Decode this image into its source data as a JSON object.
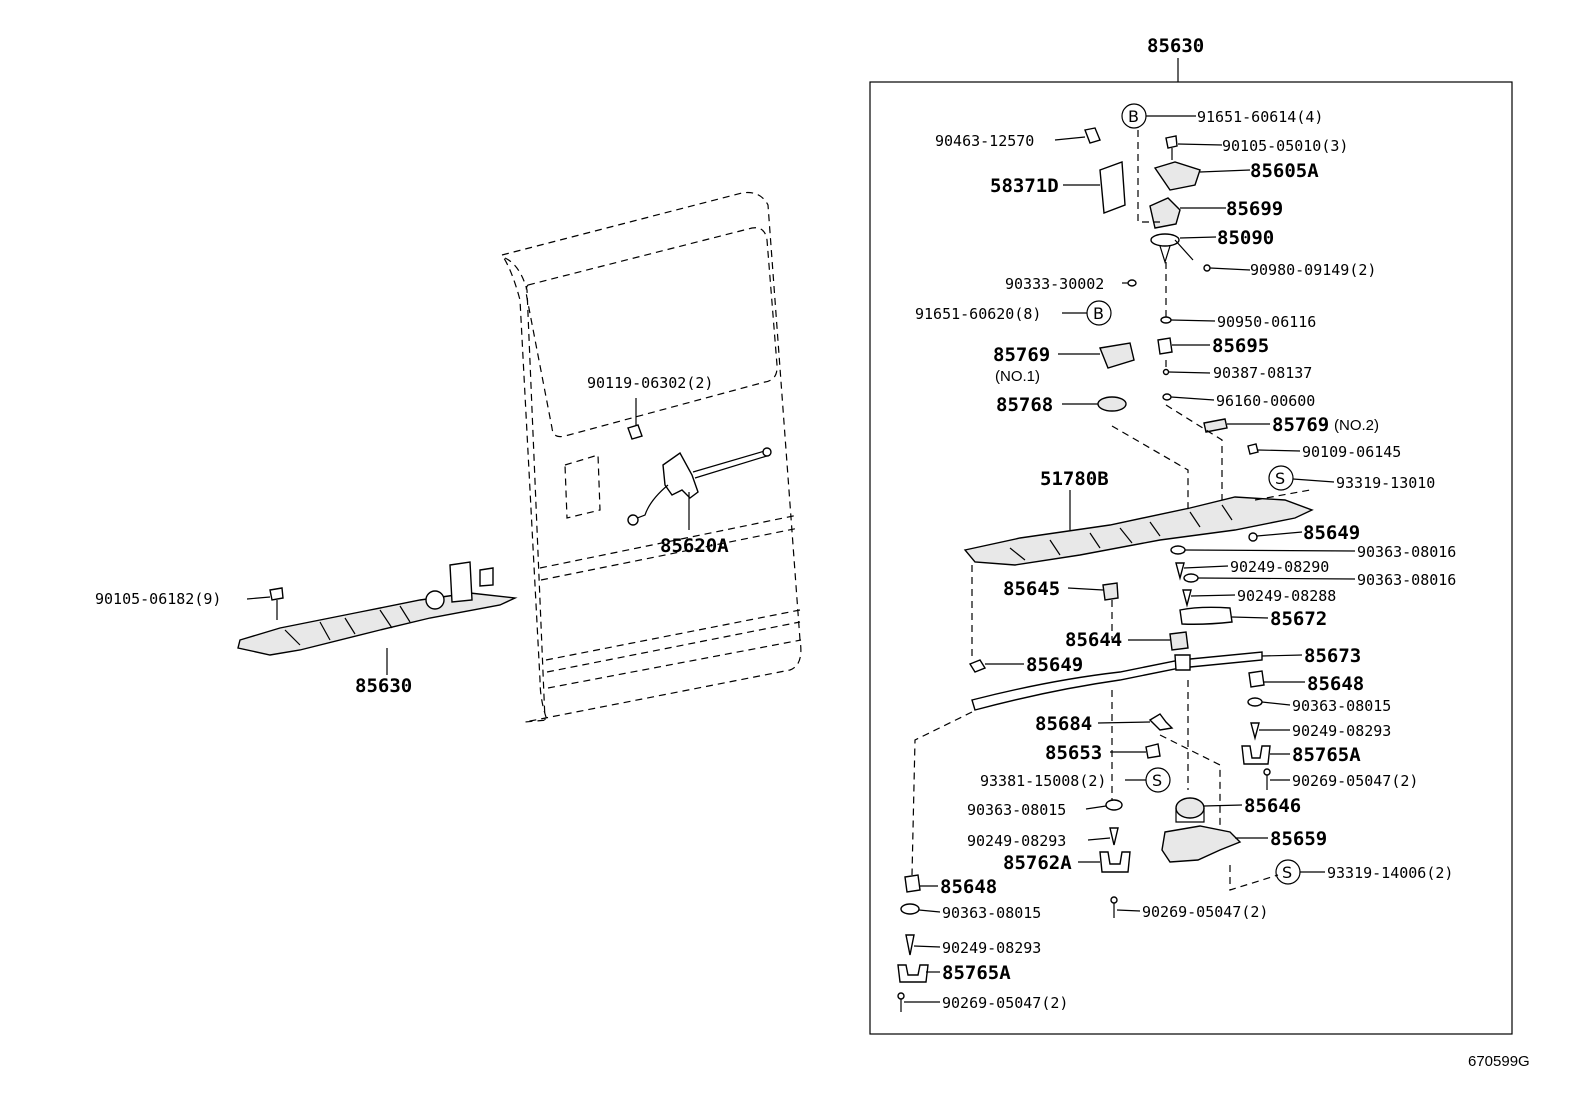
{
  "diagram": {
    "ref_code": "670599G",
    "top_label": "85630",
    "left_assembly": {
      "bolt": "90105-06182(9)",
      "plate": "85630",
      "door_bolt": "90119-06302(2)",
      "latch": "85620A"
    },
    "box_labels": {
      "p91651_60614": "91651-60614(4)",
      "p90463": "90463-12570",
      "p90105_05010": "90105-05010(3)",
      "p85605A": "85605A",
      "p58371D": "58371D",
      "p85699": "85699",
      "p85090": "85090",
      "p90980": "90980-09149(2)",
      "p90333": "90333-30002",
      "p91651_60620": "91651-60620(8)",
      "p90950": "90950-06116",
      "p85769_1": "85769",
      "p85769_1_sub": "(NO.1)",
      "p85695": "85695",
      "p90387": "90387-08137",
      "p85768": "85768",
      "p96160": "96160-00600",
      "p85769_2": "85769",
      "p85769_2_sub": "(NO.2)",
      "p90109": "90109-06145",
      "p51780B": "51780B",
      "p93319_13010": "93319-13010",
      "p85649_a": "85649",
      "p90363_a": "90363-08016",
      "p90249_08290": "90249-08290",
      "p90363_b": "90363-08016",
      "p85645": "85645",
      "p90249_08288": "90249-08288",
      "p85672": "85672",
      "p85644": "85644",
      "p85673": "85673",
      "p85649_b": "85649",
      "p85648_a": "85648",
      "p90363_c": "90363-08015",
      "p85684": "85684",
      "p90249_c": "90249-08293",
      "p85653": "85653",
      "p85765A_a": "85765A",
      "p93381": "93381-15008(2)",
      "p90269_a": "90269-05047(2)",
      "p90363_d": "90363-08015",
      "p85646": "85646",
      "p90249_d": "90249-08293",
      "p85659": "85659",
      "p85762A": "85762A",
      "p93319_14006": "93319-14006(2)",
      "p85648_b": "85648",
      "p90363_e": "90363-08015",
      "p90269_b": "90269-05047(2)",
      "p90249_e": "90249-08293",
      "p85765A_b": "85765A",
      "p90269_c": "90269-05047(2)"
    },
    "circle_letters": {
      "b1": "B",
      "b2": "B",
      "s1": "S",
      "s2": "S",
      "s3": "S"
    }
  }
}
